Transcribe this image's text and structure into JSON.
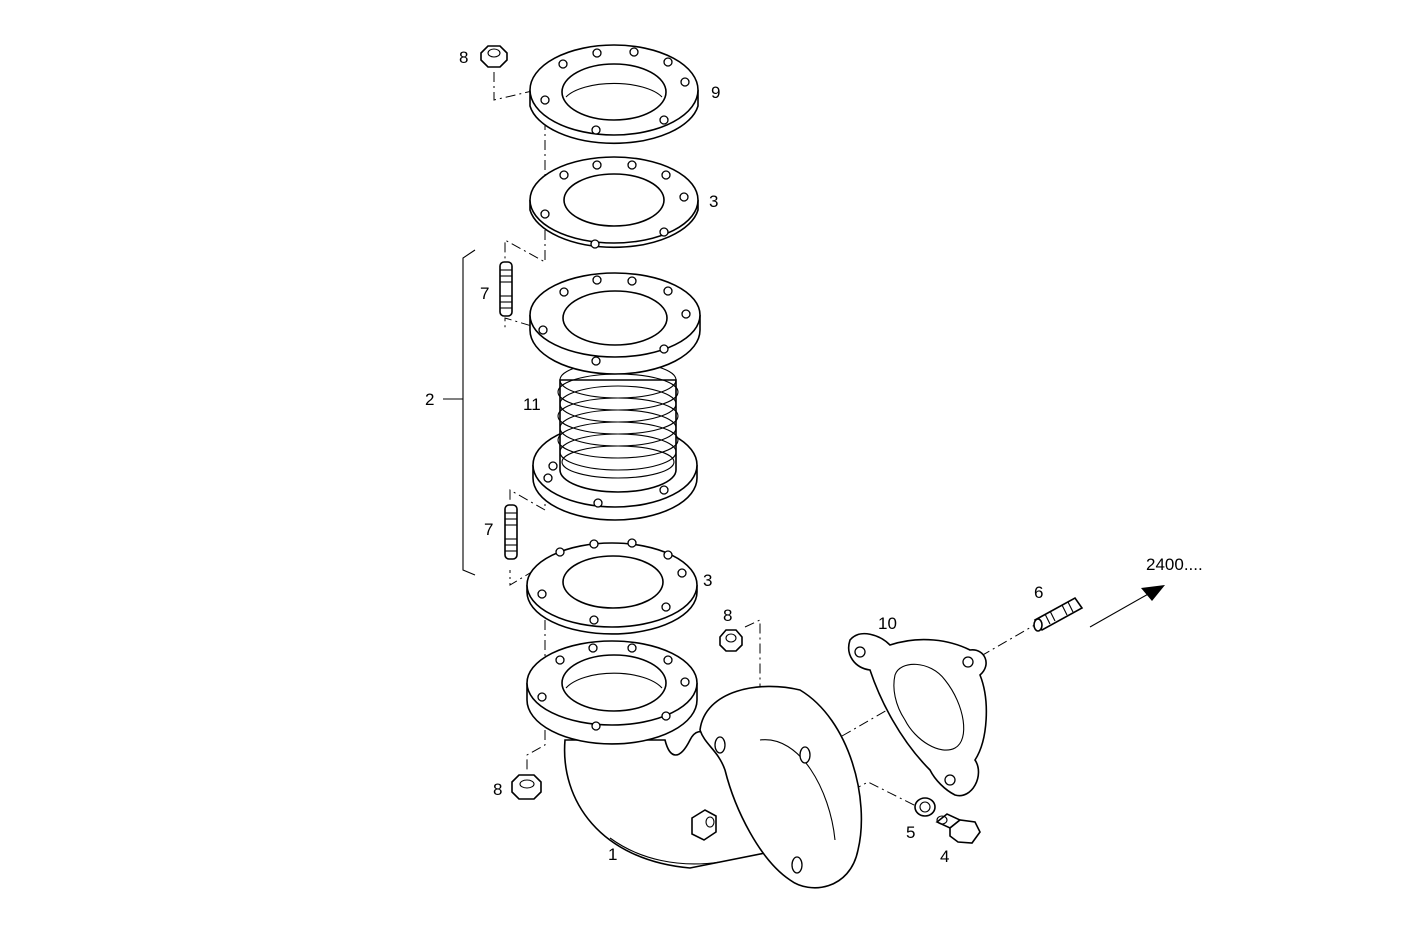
{
  "callouts": {
    "pipe_elbow": "1",
    "compensator_assembly": "2",
    "gasket_upper": "3",
    "gasket_lower": "3",
    "plug_screw": "4",
    "seal_ring": "5",
    "stud_right": "6",
    "stud_upper": "7",
    "stud_lower": "7",
    "nut_top": "8",
    "nut_middle": "8",
    "nut_bottom": "8",
    "flange_top": "9",
    "flange_gasket_side": "10",
    "bellows": "11"
  },
  "reference_arrow": {
    "label": "2400...."
  },
  "colors": {
    "line": "#000000",
    "background": "#ffffff"
  }
}
